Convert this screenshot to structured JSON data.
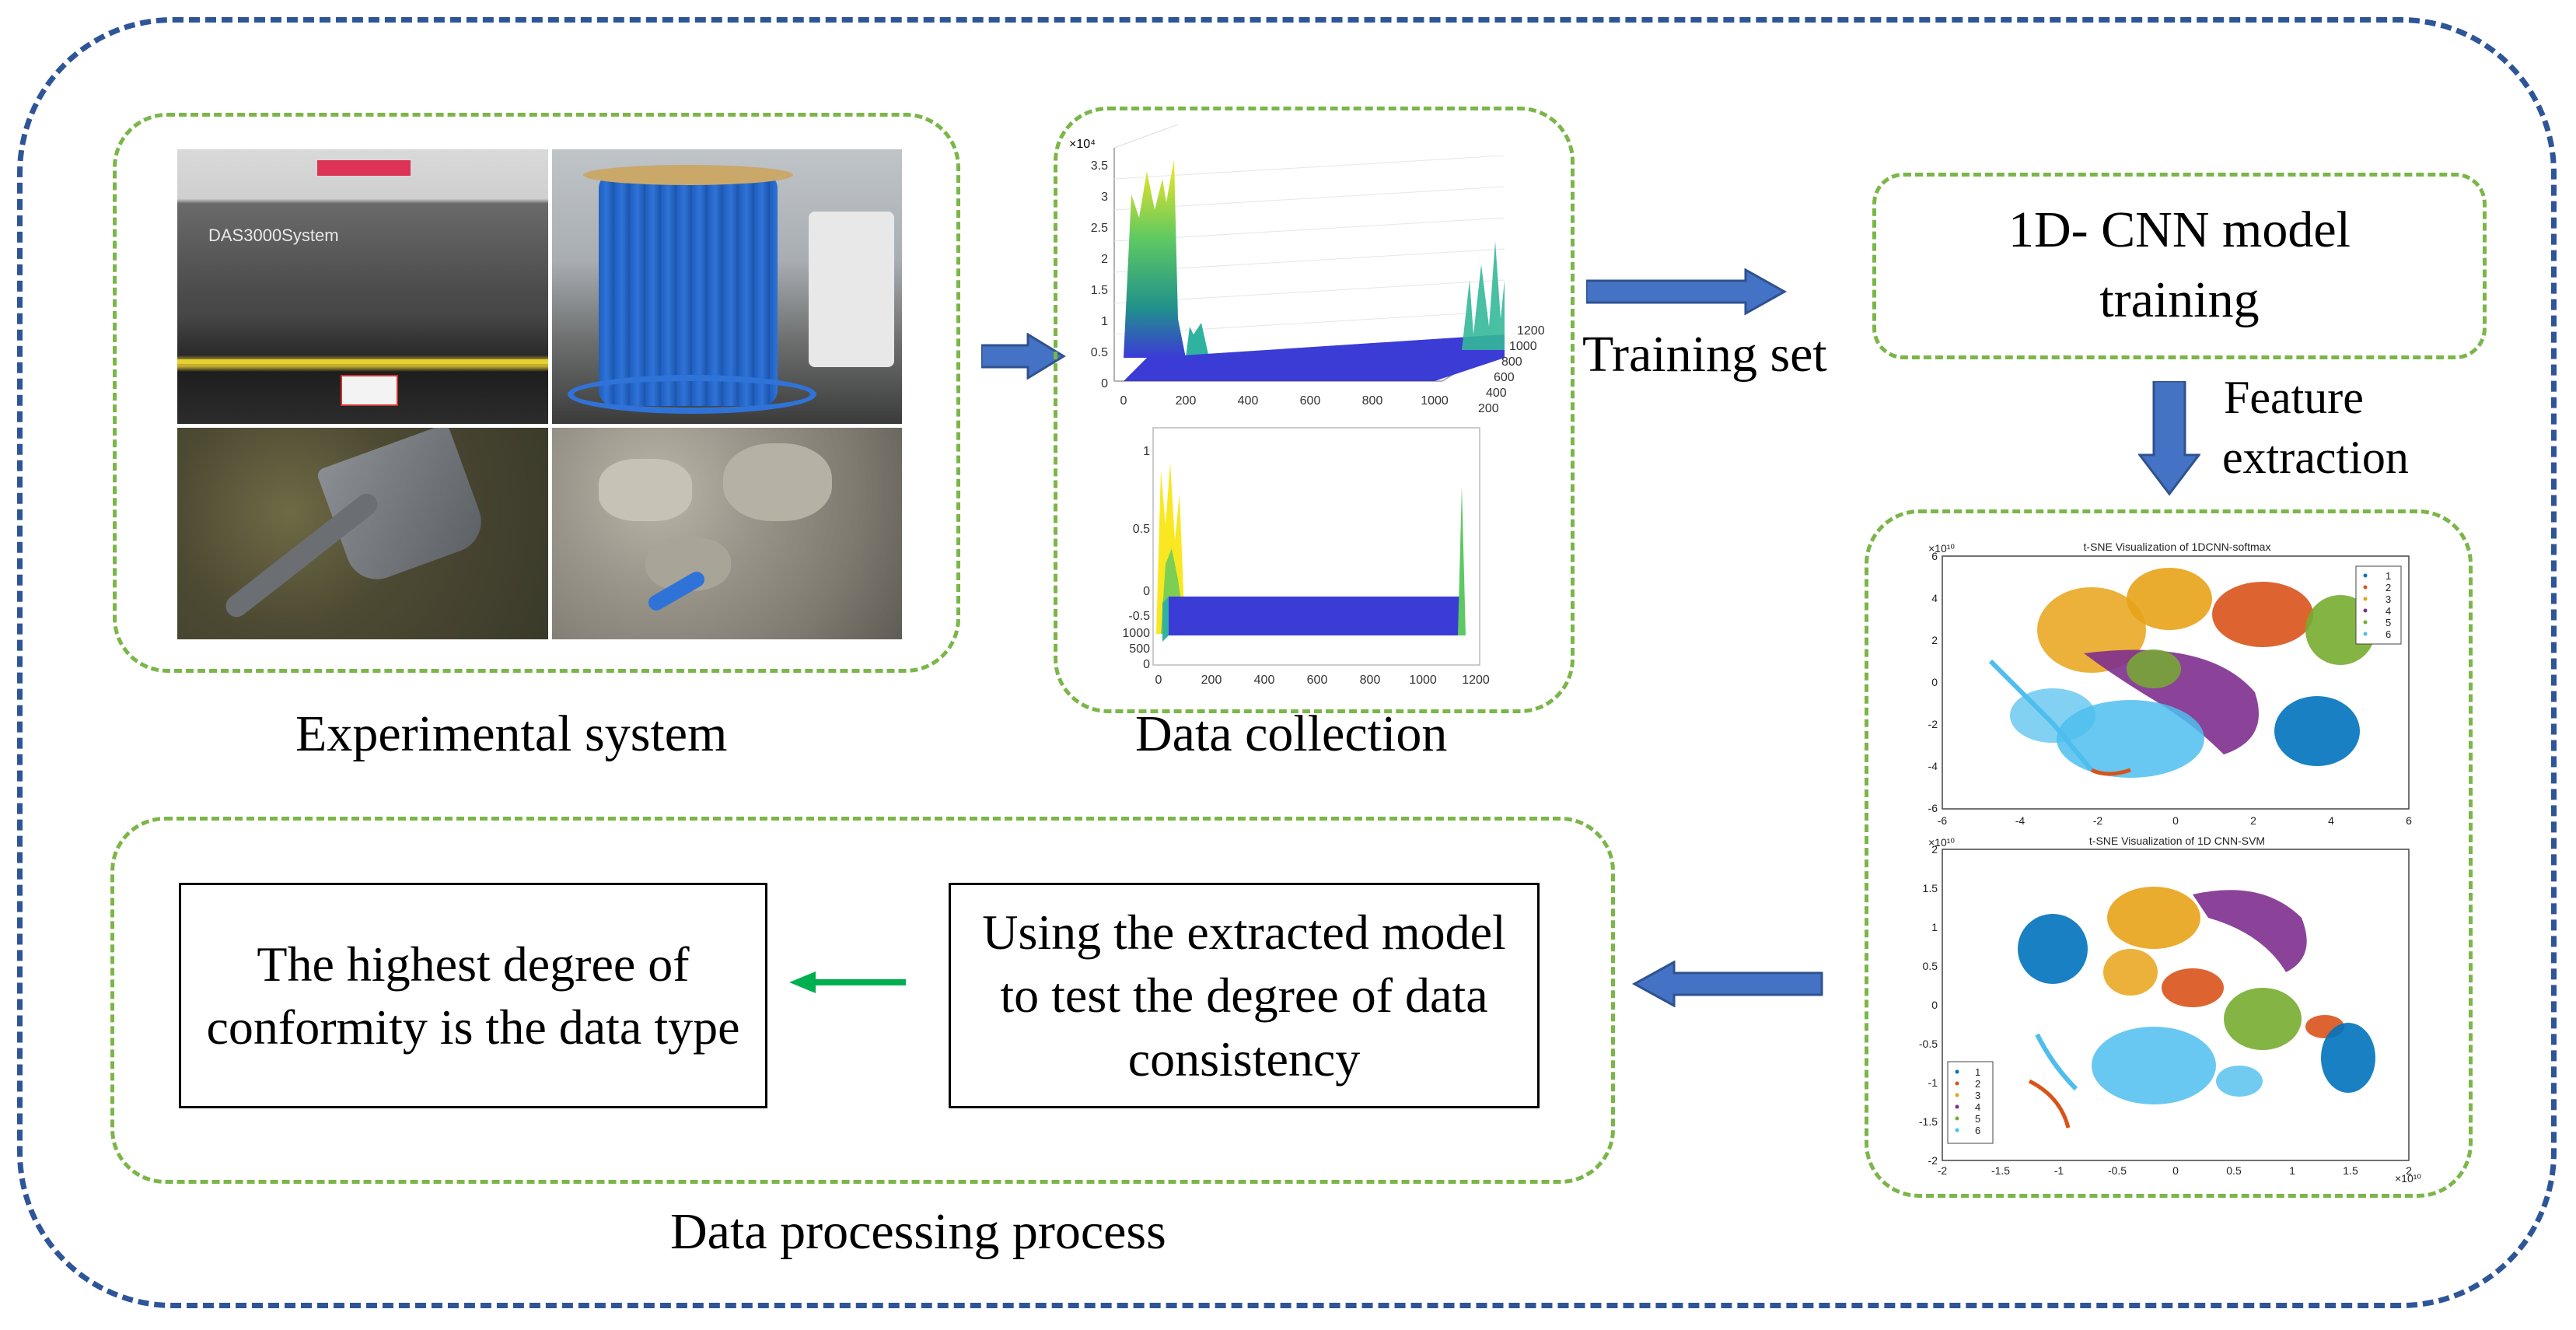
{
  "colors": {
    "outer_border": "#2e5597",
    "group_border": "#7ab648",
    "arrow_blue": "#4472c4",
    "arrow_green": "#00b050"
  },
  "labels": {
    "experimental_system": "Experimental system",
    "data_collection": "Data collection",
    "training_set": "Training set",
    "feature_extraction_1": "Feature",
    "feature_extraction_2": "extraction",
    "data_processing": "Data processing process"
  },
  "boxes": {
    "cnn_training_1": "1D- CNN model",
    "cnn_training_2": "training",
    "test_model": "Using the extracted model to test the degree of data consistency",
    "highest_degree": "The highest degree of conformity is the data type"
  },
  "photo": {
    "device_label": "DAS3000System"
  },
  "plots": {
    "waterfall_top": {
      "exponent": "×10⁴",
      "z_ticks": [
        "3.5",
        "3",
        "2.5",
        "2",
        "1.5",
        "1",
        "0.5",
        "0"
      ],
      "x_ticks": [
        "0",
        "200",
        "400",
        "600",
        "800",
        "1000"
      ],
      "y_ticks": [
        "1200",
        "1000",
        "800",
        "600",
        "400",
        "200"
      ]
    },
    "waterfall_bottom": {
      "z_ticks": [
        "1",
        "0.5",
        "0",
        "-0.5"
      ],
      "y_ticks": [
        "1000",
        "500",
        "0"
      ],
      "x_ticks": [
        "0",
        "200",
        "400",
        "600",
        "800",
        "1000",
        "1200"
      ]
    },
    "tsne_top": {
      "title": "t-SNE Visualization of 1DCNN-softmax",
      "exponent": "×10¹⁰",
      "y_ticks": [
        "6",
        "4",
        "2",
        "0",
        "-2",
        "-4",
        "-6"
      ],
      "x_ticks": [
        "-6",
        "-4",
        "-2",
        "0",
        "2",
        "4",
        "6"
      ],
      "legend": [
        "1",
        "2",
        "3",
        "4",
        "5",
        "6"
      ]
    },
    "tsne_bottom": {
      "title": "t-SNE Visualization of 1D CNN-SVM",
      "exponent": "×10¹⁰",
      "y_ticks": [
        "2",
        "1.5",
        "1",
        "0.5",
        "0",
        "-0.5",
        "-1",
        "-1.5",
        "-2"
      ],
      "x_ticks": [
        "-2",
        "-1.5",
        "-1",
        "-0.5",
        "0",
        "0.5",
        "1",
        "1.5",
        "2"
      ],
      "legend": [
        "1",
        "2",
        "3",
        "4",
        "5",
        "6"
      ]
    }
  }
}
